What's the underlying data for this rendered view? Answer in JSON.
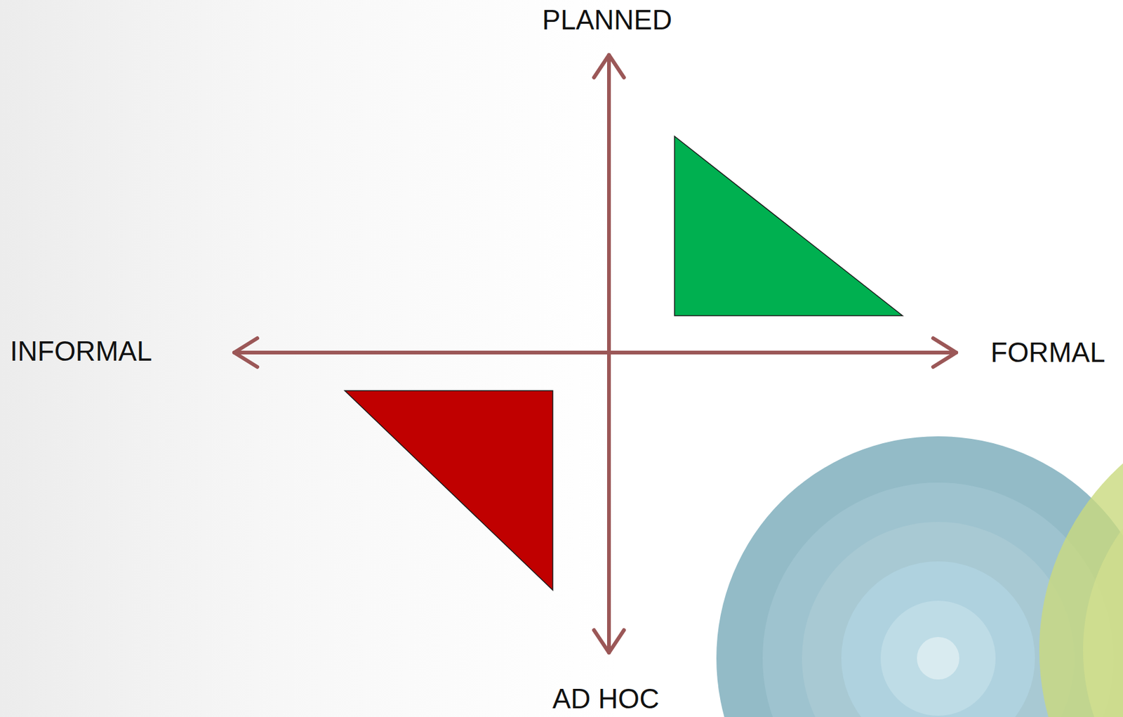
{
  "diagram": {
    "labels": [
      "PLANNED",
      "INFORMAL",
      "FORMAL",
      "AD HOC"
    ]
  }
}
